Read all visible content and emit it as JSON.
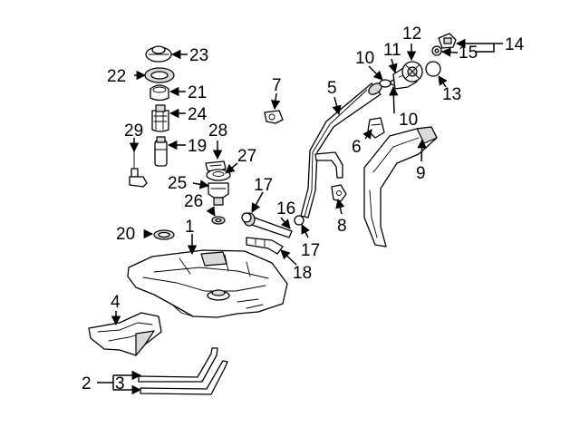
{
  "diagram": {
    "callouts": {
      "c1": "1",
      "c2": "2",
      "c3": "3",
      "c4": "4",
      "c5": "5",
      "c6": "6",
      "c7": "7",
      "c8": "8",
      "c9": "9",
      "c10a": "10",
      "c10b": "10",
      "c11": "11",
      "c12": "12",
      "c13": "13",
      "c14": "14",
      "c15": "15",
      "c16": "16",
      "c17a": "17",
      "c17b": "17",
      "c18": "18",
      "c19": "19",
      "c20": "20",
      "c21": "21",
      "c22": "22",
      "c23": "23",
      "c24": "24",
      "c25": "25",
      "c26": "26",
      "c27": "27",
      "c28": "28",
      "c29": "29"
    },
    "colors": {
      "ink": "#000000",
      "paper": "#ffffff",
      "shade": "#d9d9d9"
    }
  }
}
